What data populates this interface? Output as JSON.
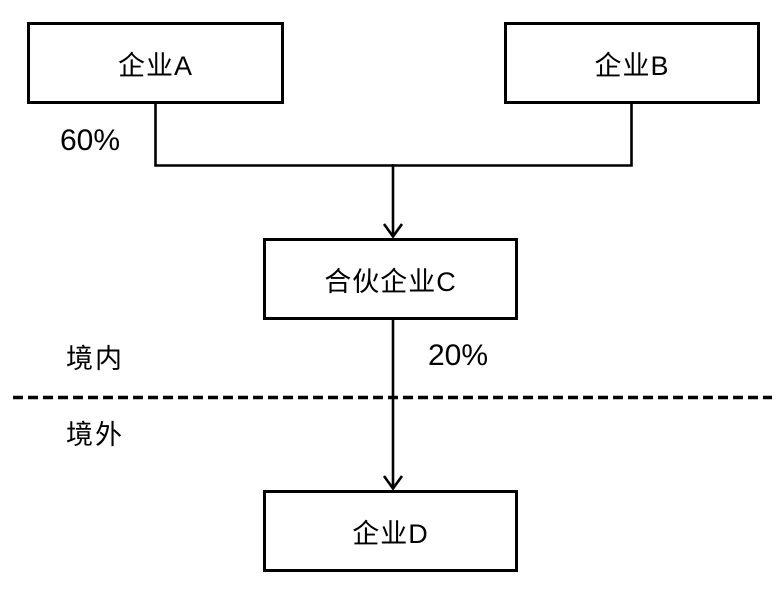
{
  "diagram": {
    "type": "ownership-structure-flowchart",
    "background_color": "#ffffff",
    "line_color": "#000000",
    "boxes": {
      "company_a": "企业A",
      "company_b": "企业B",
      "partnership_c": "合伙企业C",
      "company_d": "企业D"
    },
    "labels": {
      "pct_a_to_c": "60%",
      "pct_c_to_d": "20%",
      "region_domestic": "境内",
      "region_overseas": "境外"
    },
    "relations": [
      {
        "from": "企业A",
        "to": "合伙企业C",
        "label": "60%"
      },
      {
        "from": "企业B",
        "to": "合伙企业C",
        "label": ""
      },
      {
        "from": "合伙企业C",
        "to": "企业D",
        "label": "20%"
      }
    ]
  }
}
